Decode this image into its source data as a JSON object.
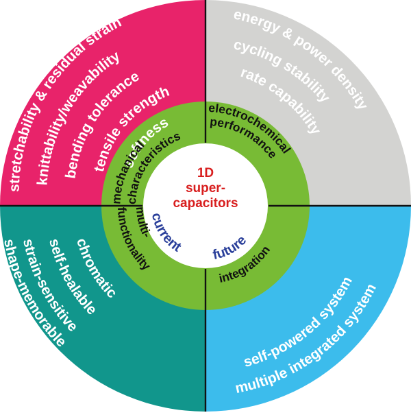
{
  "colors": {
    "mechanical": "#e8236a",
    "electrochemical": "#d3d3d1",
    "multifunctionality": "#11968c",
    "integration": "#3cbcec",
    "ring": "#78bb35",
    "divider": "#111111",
    "center_text": "#d81e1e",
    "time_text": "#2a3f9a"
  },
  "center": {
    "line1": "1D",
    "line2": "super-",
    "line3": "capacitors"
  },
  "timeline": {
    "current": "current",
    "future": "future"
  },
  "ring": {
    "mechanical": [
      "mechanical",
      "characteristics"
    ],
    "electrochemical": [
      "electrochemical",
      "performance"
    ],
    "multifunctionality": [
      "multi-",
      "functionality"
    ],
    "integration": [
      "integration"
    ]
  },
  "quadrants": {
    "mechanical": {
      "icon": "mechanical-properties",
      "items": [
        "stretchability & residual strain",
        "knittability/weavability",
        "bending tolerance",
        "tensile strength",
        "softness"
      ]
    },
    "electrochemical": {
      "icon": "electrochemical-metrics",
      "items": [
        "energy & power density",
        "cycling stability",
        "rate capability"
      ]
    },
    "multifunctionality": {
      "icon": "multifunctional-features",
      "items": [
        "chromatic",
        "self-healable",
        "strain-sensitive",
        "shape-memorable"
      ]
    },
    "integration": {
      "icon": "integrated-systems",
      "items": [
        "self-powered system",
        "multiple integrated system"
      ]
    }
  }
}
